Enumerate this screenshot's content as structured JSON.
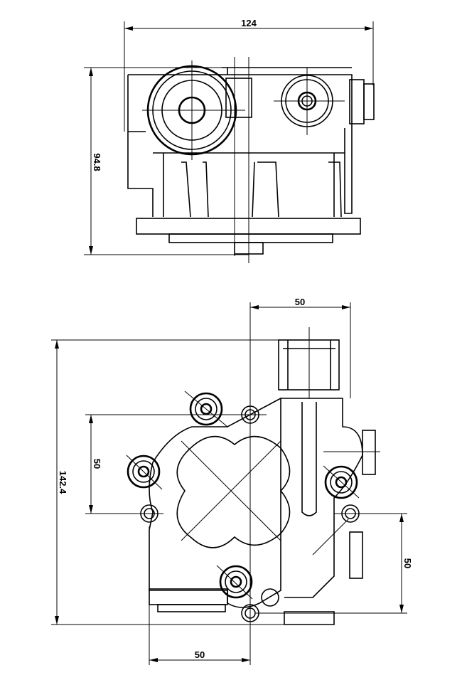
{
  "top_view": {
    "width_dim": "124",
    "height_dim": "94.8"
  },
  "bottom_view": {
    "top_dim": "50",
    "height_dim": "142.4",
    "left_dim": "50",
    "right_dim": "50",
    "bottom_dim": "50"
  }
}
